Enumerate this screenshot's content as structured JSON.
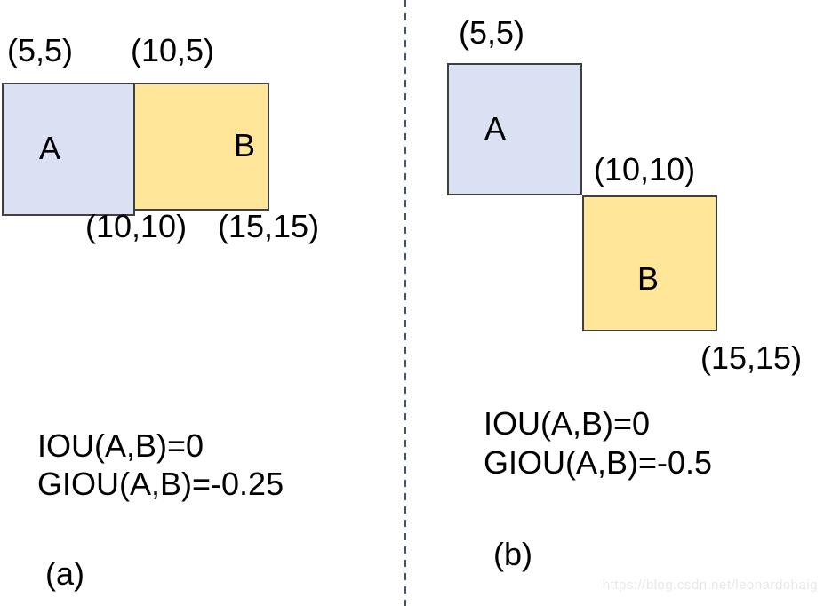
{
  "colors": {
    "box_a_fill": "#D9E1F2",
    "box_b_fill": "#FFE699",
    "box_border": "#404040",
    "divider": "#44546A",
    "text": "#000000",
    "watermark_text": "#E8E8E8"
  },
  "panel_a": {
    "coords": {
      "top_left": "(5,5)",
      "top_middle": "(10,5)",
      "bottom_middle": "(10,10)",
      "bottom_right": "(15,15)"
    },
    "box_a_label": "A",
    "box_b_label": "B",
    "metrics": {
      "iou": "IOU(A,B)=0",
      "giou": "GIOU(A,B)=-0.25"
    },
    "caption": "(a)"
  },
  "panel_b": {
    "coords": {
      "top_left": "(5,5)",
      "middle": "(10,10)",
      "bottom_right": "(15,15)"
    },
    "box_a_label": "A",
    "box_b_label": "B",
    "metrics": {
      "iou": "IOU(A,B)=0",
      "giou": "GIOU(A,B)=-0.5"
    },
    "caption": "(b)"
  },
  "watermark": {
    "text": "https://blog.csdn.net/leonardohaig"
  }
}
